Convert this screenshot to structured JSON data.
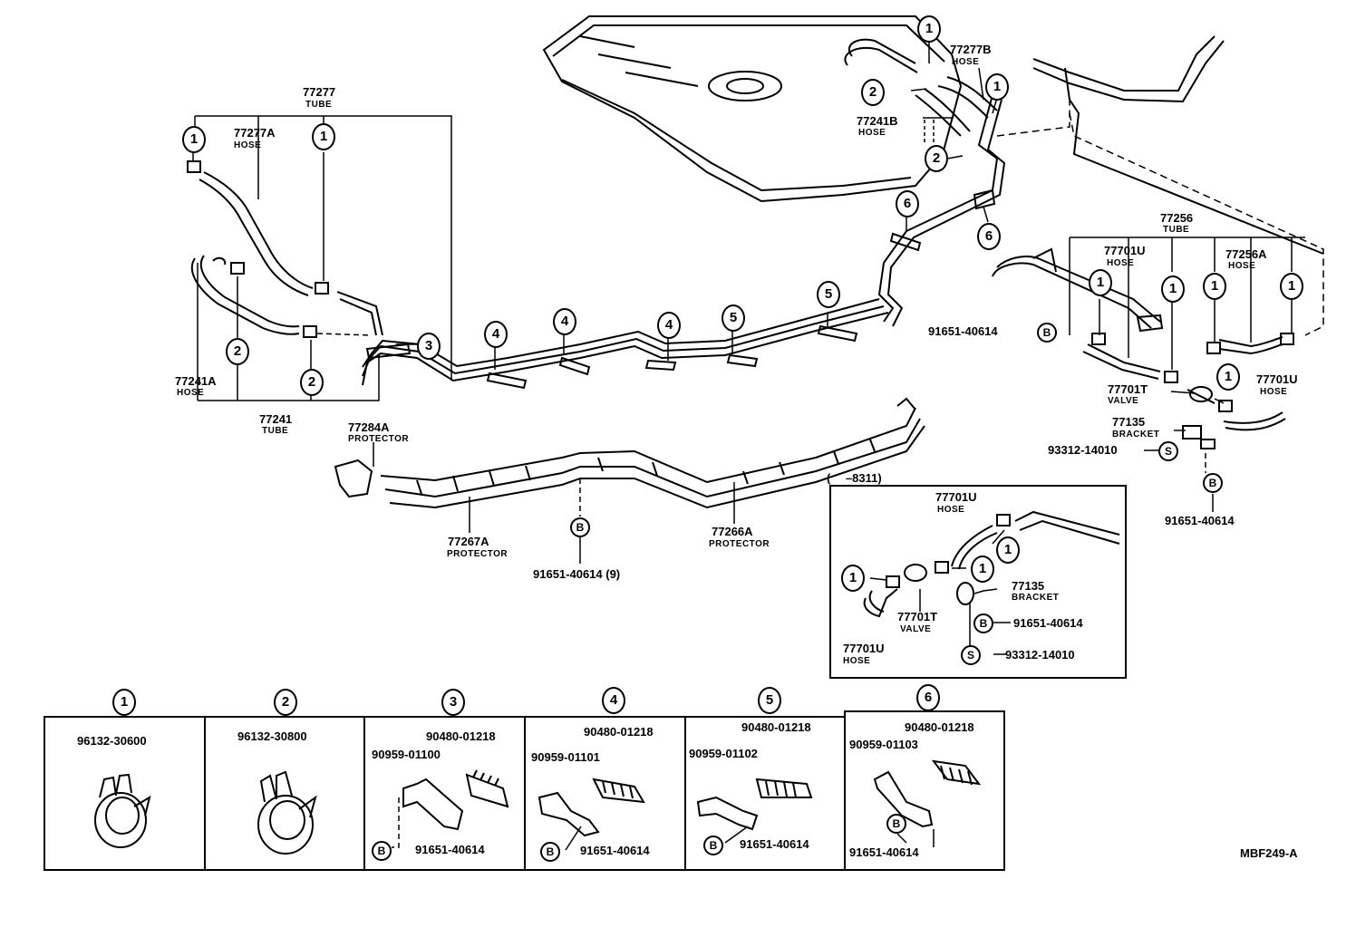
{
  "callouts": {
    "n1": "1",
    "n2": "2",
    "n3": "3",
    "n4": "4",
    "n5": "5",
    "n6": "6",
    "B": "B",
    "S": "S"
  },
  "parts": {
    "p77277": "77277",
    "p77277_sub": "TUBE",
    "p77277A": "77277A",
    "p77277A_sub": "HOSE",
    "p77241A": "77241A",
    "p77241A_sub": "HOSE",
    "p77241": "77241",
    "p77241_sub": "TUBE",
    "p77277B": "77277B",
    "p77277B_sub": "HOSE",
    "p77241B": "77241B",
    "p77241B_sub": "HOSE",
    "p77256": "77256",
    "p77256_sub": "TUBE",
    "p77701U_a": "77701U",
    "p77701U_a_sub": "HOSE",
    "p77256A": "77256A",
    "p77256A_sub": "HOSE",
    "p91651_a": "91651-40614",
    "p77701T": "77701T",
    "p77701T_sub": "VALVE",
    "p77701U_b": "77701U",
    "p77701U_b_sub": "HOSE",
    "p77135": "77135",
    "p77135_sub": "BRACKET",
    "p93312": "93312-14010",
    "p91651_b": "91651-40614",
    "p77284A": "77284A",
    "p77284A_sub": "PROTECTOR",
    "p77267A": "77267A",
    "p77267A_sub": "PROTECTOR",
    "p91651_9": "91651-40614 (9)",
    "p77266A": "77266A",
    "p77266A_sub": "PROTECTOR"
  },
  "inset": {
    "title": "(　 –8311)",
    "hose_top": "77701U",
    "hose_top_sub": "HOSE",
    "bracket": "77135",
    "bracket_sub": "BRACKET",
    "valve": "77701T",
    "valve_sub": "VALVE",
    "bolt": "91651-40614",
    "hose_bottom": "77701U",
    "hose_bottom_sub": "HOSE",
    "screw": "93312-14010"
  },
  "panels": [
    {
      "num": "1",
      "parts": [
        "96132-30600"
      ]
    },
    {
      "num": "2",
      "parts": [
        "96132-30800"
      ]
    },
    {
      "num": "3",
      "parts": [
        "90480-01218",
        "90959-01100",
        "91651-40614"
      ]
    },
    {
      "num": "4",
      "parts": [
        "90480-01218",
        "90959-01101",
        "91651-40614"
      ]
    },
    {
      "num": "5",
      "parts": [
        "90480-01218",
        "90959-01102",
        "91651-40614"
      ]
    },
    {
      "num": "6",
      "parts": [
        "90480-01218",
        "90959-01103",
        "91651-40614"
      ]
    }
  ],
  "drawing_code": "MBF249-A"
}
